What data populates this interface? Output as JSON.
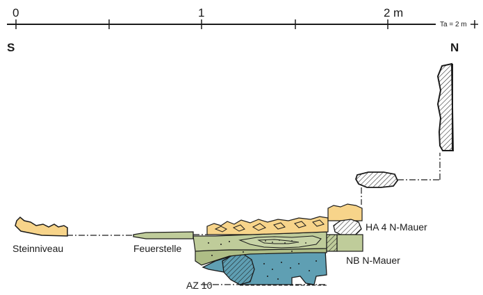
{
  "colors": {
    "ink": "#1a1a1a",
    "yellow_layer": "#f7d48a",
    "green_layer": "#bfcc9a",
    "green_dark": "#aebd86",
    "blue_layer": "#5f9fb3",
    "hatch": "#ffffff"
  },
  "scale": {
    "ticks": [
      "0",
      "1",
      "2",
      "m"
    ],
    "note": "Ta = 2 m"
  },
  "orientation": {
    "south": "S",
    "north": "N"
  },
  "labels": {
    "steinniveau": "Steinniveau",
    "feuerstelle": "Feuerstelle",
    "ha4": "HA 4 N-Mauer",
    "nb": "NB N-Mauer",
    "az10": "AZ 10"
  }
}
